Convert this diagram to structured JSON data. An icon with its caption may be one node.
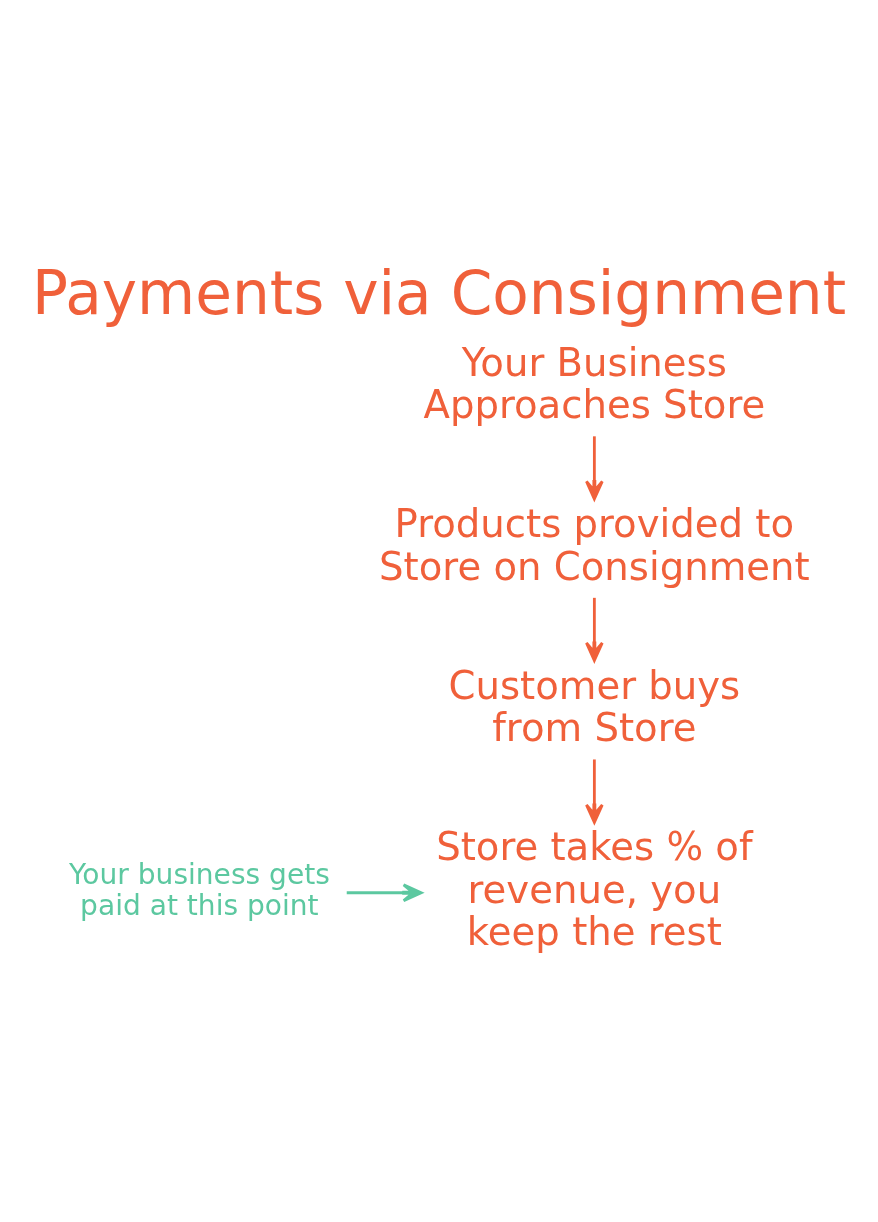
{
  "diagram": {
    "title": "Payments via Consignment",
    "nodes": [
      {
        "text": [
          "Your Business Approaches Store"
        ]
      },
      {
        "text": [
          "Products provided to Store on Consignment"
        ]
      },
      {
        "text": [
          "Customer buys from Store"
        ]
      },
      {
        "text": [
          "Store takes % of revenue, you keep the rest"
        ]
      },
      {
        "text": [
          "Your business gets paid at this point"
        ]
      }
    ],
    "edges": [
      {
        "from": 0,
        "to": 1,
        "arrow": "to"
      },
      {
        "from": 1,
        "to": 2,
        "arrow": "to"
      },
      {
        "from": 2,
        "to": 3,
        "arrow": "to"
      },
      {
        "from": 4,
        "to": 3,
        "arrow": "to",
        "color": "#5cc8a0"
      }
    ]
  }
}
